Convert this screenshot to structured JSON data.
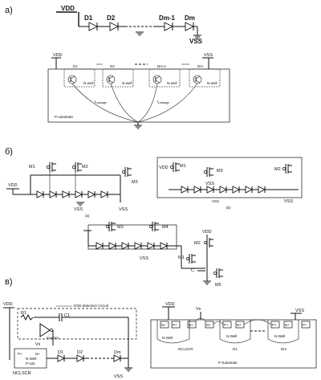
{
  "sections": {
    "a": {
      "label": "а)",
      "schematic": {
        "vdd": "VDD",
        "vss": "VSS",
        "diodes": [
          "D1",
          "D2",
          "Dm-1",
          "Dm"
        ]
      },
      "cross_section": {
        "vdd": "VDD",
        "vss": "VSS",
        "diodes": [
          "D1",
          "D2",
          "Dm-1",
          "Dm"
        ],
        "well_label": "N-well",
        "leakage_label": "I",
        "leakage_sub": "Leakage",
        "substrate": "P-substrate"
      }
    },
    "b": {
      "label": "б)",
      "circuit1": {
        "vdd": "VDD",
        "vss1": "VSS",
        "vss2": "VSS",
        "m1": "M1",
        "m2": "M2",
        "m3": "M3",
        "caption": "(a)"
      },
      "circuit2": {
        "vdd": "VDD",
        "vss": "VSS",
        "vss_right": "VSS",
        "m1": "M1",
        "m2": "M2",
        "m3": "M3",
        "caption": "(b)"
      },
      "circuit3": {
        "vdd": "VDD",
        "vss": "VSS",
        "m1": "M1",
        "m2": "M2",
        "m3": "M3",
        "m4": "M4",
        "m5": "M5",
        "c": "C"
      }
    },
    "c": {
      "label": "в)",
      "circuit": {
        "vdd": "VDD",
        "r1": "R1",
        "c1": "C1",
        "esd_label": "ESD-detection Circuit",
        "inverter": "Inverter",
        "vx": "Vx",
        "d1": "D1",
        "d2": "D2",
        "dm": "Dm",
        "vss": "VSS",
        "scr": "NCLSCR",
        "pp": "P+",
        "np": "N+",
        "pwell": "P-sub",
        "nwell": "N-Well"
      },
      "cross_section": {
        "vdd": "VDD",
        "vx": "Vx",
        "vss": "VSS",
        "np": "N+",
        "pp": "P+",
        "nwell": "N-Well",
        "scr": "NCLSCR",
        "d1": "D1",
        "dm": "Dm",
        "substrate": "P-Substrate"
      }
    }
  }
}
